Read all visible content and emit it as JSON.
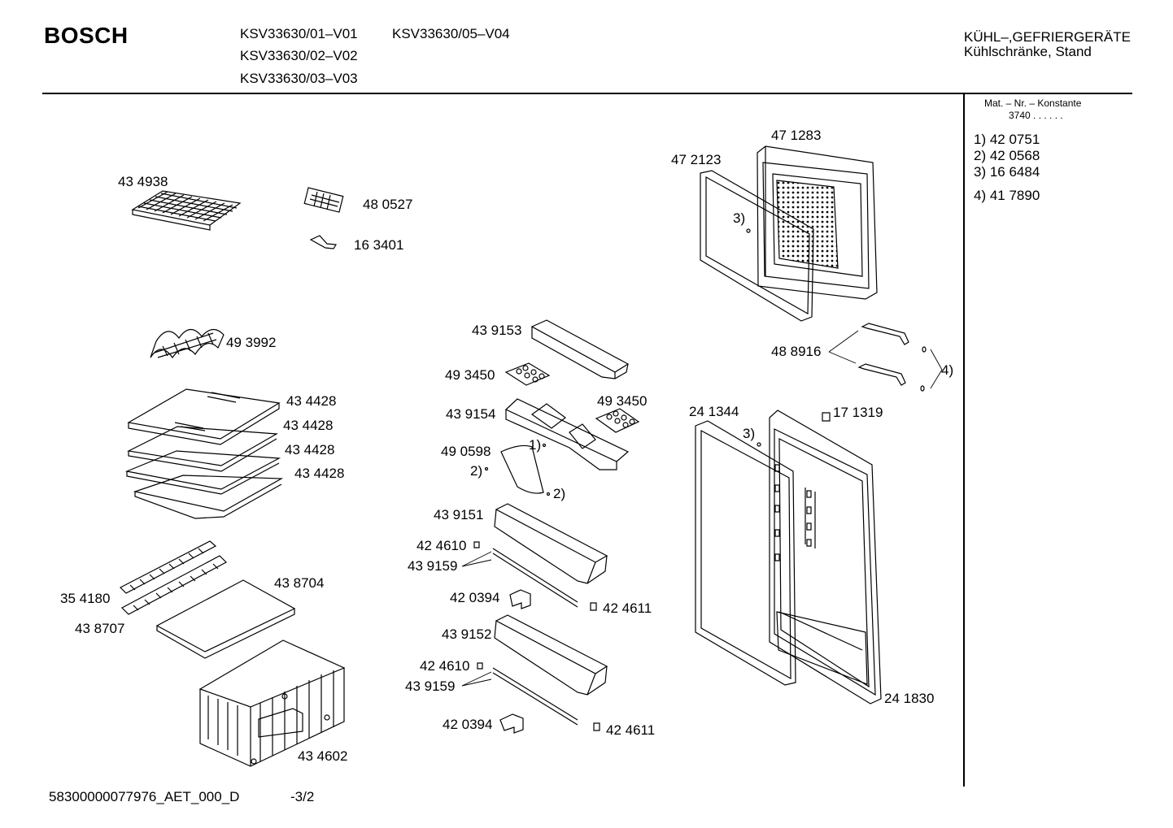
{
  "header": {
    "brand": "BOSCH",
    "models": [
      "KSV33630/01–V01",
      "KSV33630/05–V04",
      "KSV33630/02–V02",
      "KSV33630/03–V03"
    ],
    "category_line1": "KÜHL–,GEFRIERGERÄTE",
    "category_line2": "Kühlschränke, Stand"
  },
  "sidebar": {
    "mat_label": "Mat. – Nr. – Konstante",
    "mat_value": "3740 . . . . . .",
    "notes": [
      "1) 42 0751",
      "2) 42 0568",
      "3) 16 6484",
      "4) 41 7890"
    ]
  },
  "parts": {
    "p434938": "43 4938",
    "p480527": "48 0527",
    "p163401": "16 3401",
    "p493992": "49 3992",
    "p434428a": "43 4428",
    "p434428b": "43 4428",
    "p434428c": "43 4428",
    "p434428d": "43 4428",
    "p354180": "35 4180",
    "p438704": "43 8704",
    "p438707": "43 8707",
    "p434602": "43 4602",
    "p439153": "43 9153",
    "p493450a": "49 3450",
    "p493450b": "49 3450",
    "p439154": "43 9154",
    "p490598": "49 0598",
    "n1": "1)",
    "n2a": "2)",
    "n2b": "2)",
    "p439151": "43 9151",
    "p424610a": "42 4610",
    "p439159a": "43 9159",
    "p420394a": "42 0394",
    "p424611a": "42 4611",
    "p439152": "43 9152",
    "p424610b": "42 4610",
    "p439159b": "43 9159",
    "p420394b": "42 0394",
    "p424611b": "42 4611",
    "p471283": "47 1283",
    "p472123": "47 2123",
    "n3a": "3)",
    "p488916": "48 8916",
    "n4": "4)",
    "p241344": "24 1344",
    "p171319": "17 1319",
    "n3b": "3)",
    "p241830": "24 1830"
  },
  "footer": {
    "doc_id": "58300000077976_AET_000_D",
    "page": "-3/2"
  }
}
